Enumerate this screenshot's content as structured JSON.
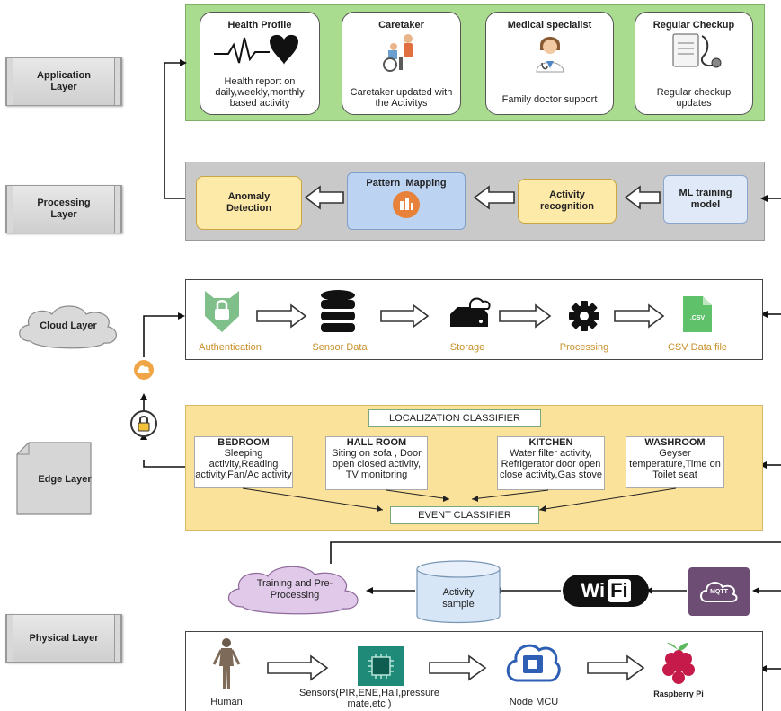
{
  "layers": {
    "application": "Application Layer",
    "processing": "Processing Layer",
    "cloud": "Cloud Layer",
    "edge": "Edge Layer",
    "physical": "Physical Layer"
  },
  "application_cards": [
    {
      "title": "Health Profile",
      "desc": "Health report on daily,weekly,monthly based activity"
    },
    {
      "title": "Caretaker",
      "desc": "Caretaker updated with the Activitys"
    },
    {
      "title": "Medical specialist",
      "desc": "Family doctor support"
    },
    {
      "title": "Regular Checkup",
      "desc": "Regular checkup updates"
    }
  ],
  "processing": {
    "anomaly": "Anomaly Detection",
    "pattern": "Pattern  Mapping",
    "activity": "Activity recognition",
    "ml": "ML training model"
  },
  "cloud_steps": [
    "Authentication",
    "Sensor Data",
    "Storage",
    "Processing",
    "CSV Data file"
  ],
  "csv_tag": ".CSV",
  "edge": {
    "localization": "LOCALIZATION CLASSIFIER",
    "event": "EVENT CLASSIFIER",
    "rooms": [
      {
        "title": "BEDROOM",
        "desc": "Sleeping activity,Reading activity,Fan/Ac activity"
      },
      {
        "title": "HALL ROOM",
        "desc": "Siting on sofa , Door open closed activity, TV monitoring"
      },
      {
        "title": "KITCHEN",
        "desc": "Water filter activity, Refrigerator door open close activity,Gas stove"
      },
      {
        "title": "WASHROOM",
        "desc": "Geyser temperature,Time on Toilet seat"
      }
    ]
  },
  "transfer": {
    "training": "Training and Pre-Processing",
    "activity_sample": "Activity sample",
    "wifi_a": "Wi",
    "wifi_b": "Fi",
    "mqtt": "MQTT"
  },
  "physical_steps": [
    "Human",
    "Sensors(PIR,ENE,Hall,pressure mate,etc )",
    "Node MCU",
    "Raspberry Pi"
  ],
  "colors": {
    "app_panel": "#a9dc8e",
    "proc_panel": "#c9c9c9",
    "edge_panel": "#fbe29a",
    "yellow_box": "#fde9a8",
    "blue_box": "#bcd3f2",
    "caption_orange": "#c8902a"
  }
}
